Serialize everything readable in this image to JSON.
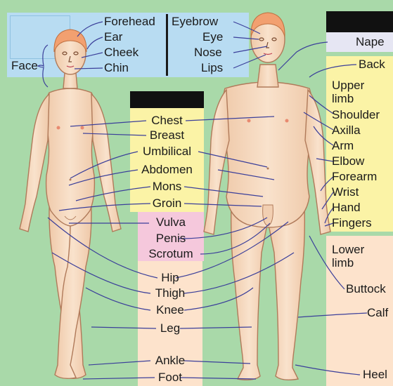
{
  "colors": {
    "background": "#a9d9a9",
    "head_box": "#b8dcf2",
    "center_column": "#fbf3a6",
    "center_pink": "#f5c8dc",
    "right_yellow": "#fbf3a6",
    "right_peach": "#fde3cc",
    "skin": "#f7dcc4",
    "leader_line": "#3b3f9a"
  },
  "head_labels": {
    "left": [
      "Forehead",
      "Ear",
      "Cheek",
      "Chin"
    ],
    "right": [
      "Eyebrow",
      "Eye",
      "Nose",
      "Lips"
    ],
    "face": "Face"
  },
  "center_labels": {
    "trunk": [
      "Chest",
      "Breast",
      "Umbilical",
      "Abdomen",
      "Mons",
      "Groin"
    ],
    "genital": [
      "Vulva",
      "Penis",
      "Scrotum"
    ],
    "lower": [
      "Hip",
      "Thigh",
      "Knee",
      "Leg",
      "Ankle",
      "Foot"
    ]
  },
  "right_labels": {
    "nape": "Nape",
    "back": "Back",
    "upper_limb": "Upper limb",
    "upper_limb_parts": [
      "Shoulder",
      "Axilla",
      "Arm",
      "Elbow",
      "Forearm",
      "Wrist",
      "Hand",
      "Fingers"
    ],
    "lower_limb": "Lower limb",
    "lower_limb_parts": [
      "Buttock",
      "Calf",
      "Heel"
    ]
  },
  "icons": [
    "female-figure",
    "male-figure"
  ]
}
